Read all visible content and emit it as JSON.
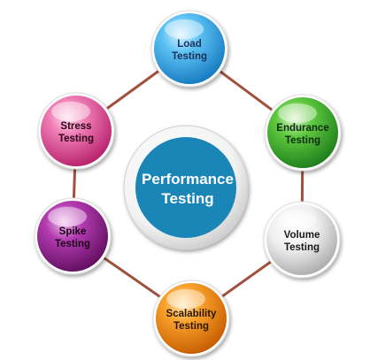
{
  "center": {
    "line1": "Performance",
    "line2": "Testing",
    "color": "#1a86b8"
  },
  "connector_color": "#a0503c",
  "nodes": [
    {
      "id": "load",
      "line1": "Load",
      "line2": "Testing",
      "color": "#33a7e8",
      "text_color": "#1d2f5a"
    },
    {
      "id": "endurance",
      "line1": "Endurance",
      "line2": "Testing",
      "color": "#33a82c",
      "text_color": "#0f2a10"
    },
    {
      "id": "volume",
      "line1": "Volume",
      "line2": "Testing",
      "color": "#d6d6d6",
      "text_color": "#1a1a1a"
    },
    {
      "id": "scalability",
      "line1": "Scalability",
      "line2": "Testing",
      "color": "#f08a0c",
      "text_color": "#2a1600"
    },
    {
      "id": "spike",
      "line1": "Spike",
      "line2": "Testing",
      "color": "#92208e",
      "text_color": "#1a0518"
    },
    {
      "id": "stress",
      "line1": "Stress",
      "line2": "Testing",
      "color": "#e4519a",
      "text_color": "#2a0616"
    }
  ]
}
